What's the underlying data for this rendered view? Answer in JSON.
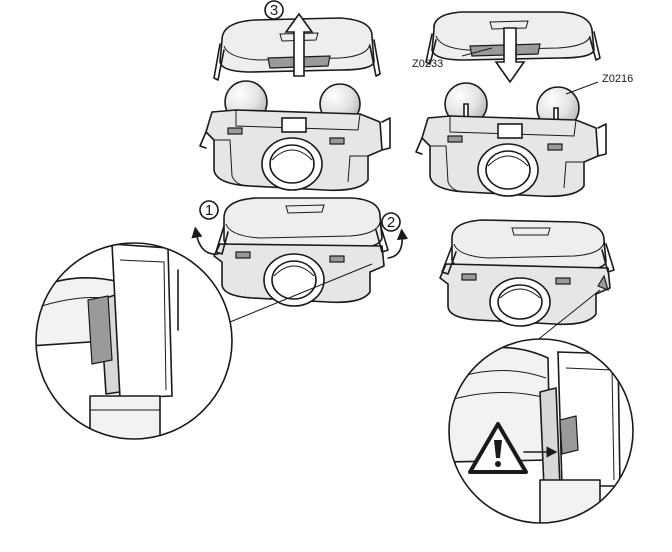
{
  "labels": {
    "step_3": "3",
    "step_1": "1",
    "step_2": "2",
    "part_z0233": "Z0233",
    "part_z0216": "Z0216"
  },
  "icons": {
    "warning": "warning-triangle-icon"
  },
  "colors": {
    "line": "#1a1a1a",
    "fill": "#e6e6e6",
    "shade": "#9a9a9a"
  }
}
